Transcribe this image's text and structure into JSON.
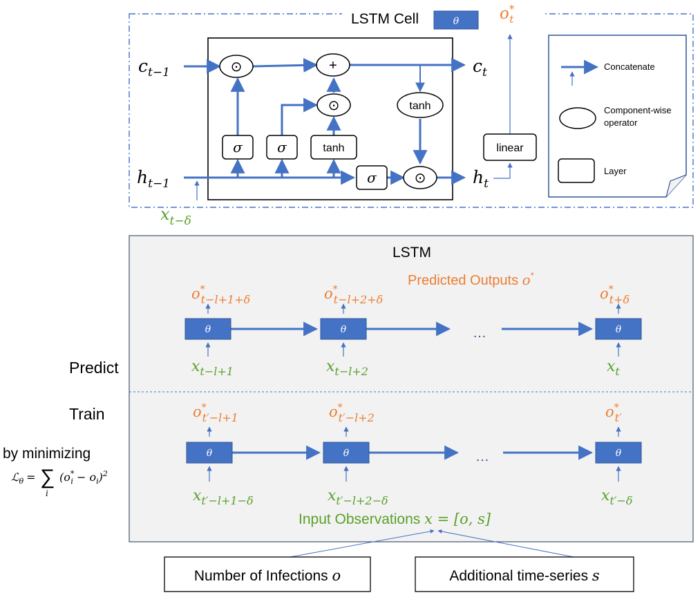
{
  "cell": {
    "title": "LSTM Cell",
    "theta": "θ",
    "c_prev": "c",
    "c_prev_sub": "t−1",
    "h_prev": "h",
    "h_prev_sub": "t−1",
    "x_in": "x",
    "x_in_sub": "t−δ",
    "c_out": "c",
    "c_out_sub": "t",
    "h_out": "h",
    "h_out_sub": "t",
    "o_out": "o",
    "o_out_sup": "*",
    "o_out_sub": "t",
    "odot": "⊙",
    "plus": "+",
    "sigma": "σ",
    "tanh": "tanh",
    "linear": "linear"
  },
  "legend": {
    "concatenate": "Concatenate",
    "component_wise_1": "Component-wise",
    "component_wise_2": "operator",
    "layer": "Layer"
  },
  "lstm": {
    "title": "LSTM",
    "predicted_outputs_text": "Predicted Outputs ",
    "predicted_outputs_sym": "o",
    "predicted_outputs_sup": "*",
    "dots": "…",
    "theta": "θ",
    "predict_label": "Predict",
    "train_label": "Train",
    "predict_outputs": [
      {
        "sym": "o",
        "sup": "*",
        "sub": "t−l+1+δ"
      },
      {
        "sym": "o",
        "sup": "*",
        "sub": "t−l+2+δ"
      },
      {
        "sym": "o",
        "sup": "*",
        "sub": "t+δ"
      }
    ],
    "predict_inputs": [
      {
        "sym": "x",
        "sub": "t−l+1"
      },
      {
        "sym": "x",
        "sub": "t−l+2"
      },
      {
        "sym": "x",
        "sub": "t"
      }
    ],
    "train_outputs": [
      {
        "sym": "o",
        "sup": "*",
        "sub": "t′−l+1"
      },
      {
        "sym": "o",
        "sup": "*",
        "sub": "t′−l+2"
      },
      {
        "sym": "o",
        "sup": "*",
        "sub": "t′"
      }
    ],
    "train_inputs": [
      {
        "sym": "x",
        "sub": "t′−l+1−δ"
      },
      {
        "sym": "x",
        "sub": "t′−l+2−δ"
      },
      {
        "sym": "x",
        "sub": "t′−δ"
      }
    ],
    "input_obs_text": "Input Observations ",
    "input_obs_math": "x = [o, s]"
  },
  "loss": {
    "by_minimizing": "by minimizing",
    "formula_lhs": "ℒ",
    "formula_lhs_sub": "θ",
    "formula_eq": "=",
    "formula_sum": "∑",
    "formula_sum_sub": "i",
    "formula_body": "(o",
    "formula_body_sup": "*",
    "formula_body_sub": "i",
    "formula_mid": " − o",
    "formula_mid_sub": "i",
    "formula_end": ")",
    "formula_pow": "2"
  },
  "sources": {
    "infections_text": "Number of Infections ",
    "infections_sym": "o",
    "additional_text": "Additional time-series ",
    "additional_sym": "s"
  },
  "colors": {
    "blue": "#4472c4",
    "green": "#5aa02c",
    "orange": "#ed7d31",
    "panel": "#f2f2f2"
  }
}
